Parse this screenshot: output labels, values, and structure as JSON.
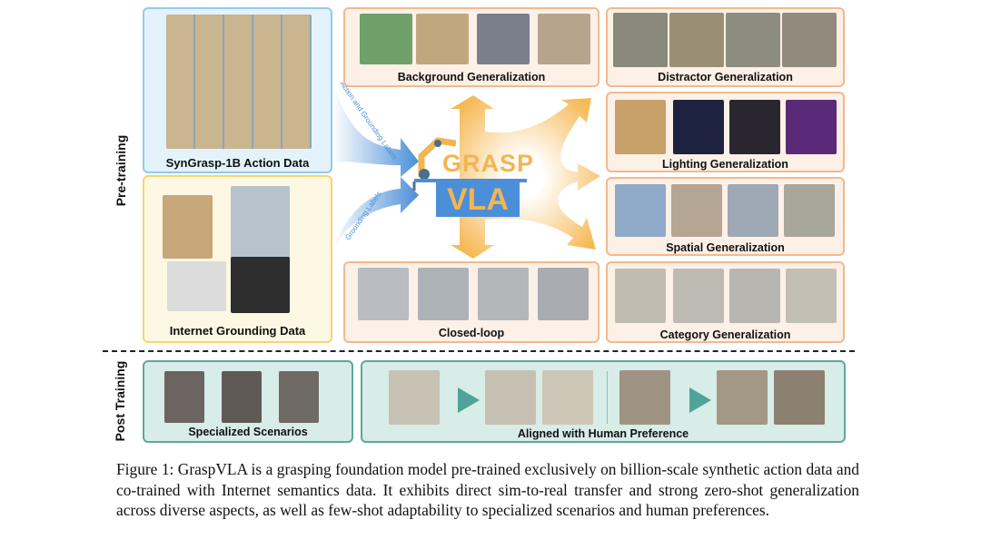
{
  "pretraining_label": "Pre-training",
  "posttraining_label": "Post Training",
  "syngrasp": {
    "label": "SynGrasp-1B Action Data"
  },
  "internet": {
    "label": "Internet Grounding Data"
  },
  "arrows": {
    "top_label": "Action and Grounding Labels",
    "bottom_label": "Grounding Labels"
  },
  "logo": {
    "line1": "GRASP",
    "line2": "VLA"
  },
  "panels": {
    "background": "Background Generalization",
    "closed_loop": "Closed-loop",
    "distractor": "Distractor Generalization",
    "lighting": "Lighting Generalization",
    "spatial": "Spatial Generalization",
    "category": "Category Generalization",
    "specialized": "Specialized Scenarios",
    "aligned": "Aligned with Human Preference"
  },
  "caption": "Figure 1: GraspVLA is a grasping foundation model pre-trained exclusively on billion-scale synthetic action data and co-trained with Internet semantics data. It exhibits direct sim-to-real transfer and strong zero-shot generalization across diverse aspects, as well as few-shot adaptability to specialized scenarios and human preferences.",
  "colors": {
    "blue_arrow": "#4a8fd8",
    "orange_arrow": "#f6b956",
    "logo_blue": "#4a8fd8",
    "logo_orange": "#f3b552"
  }
}
